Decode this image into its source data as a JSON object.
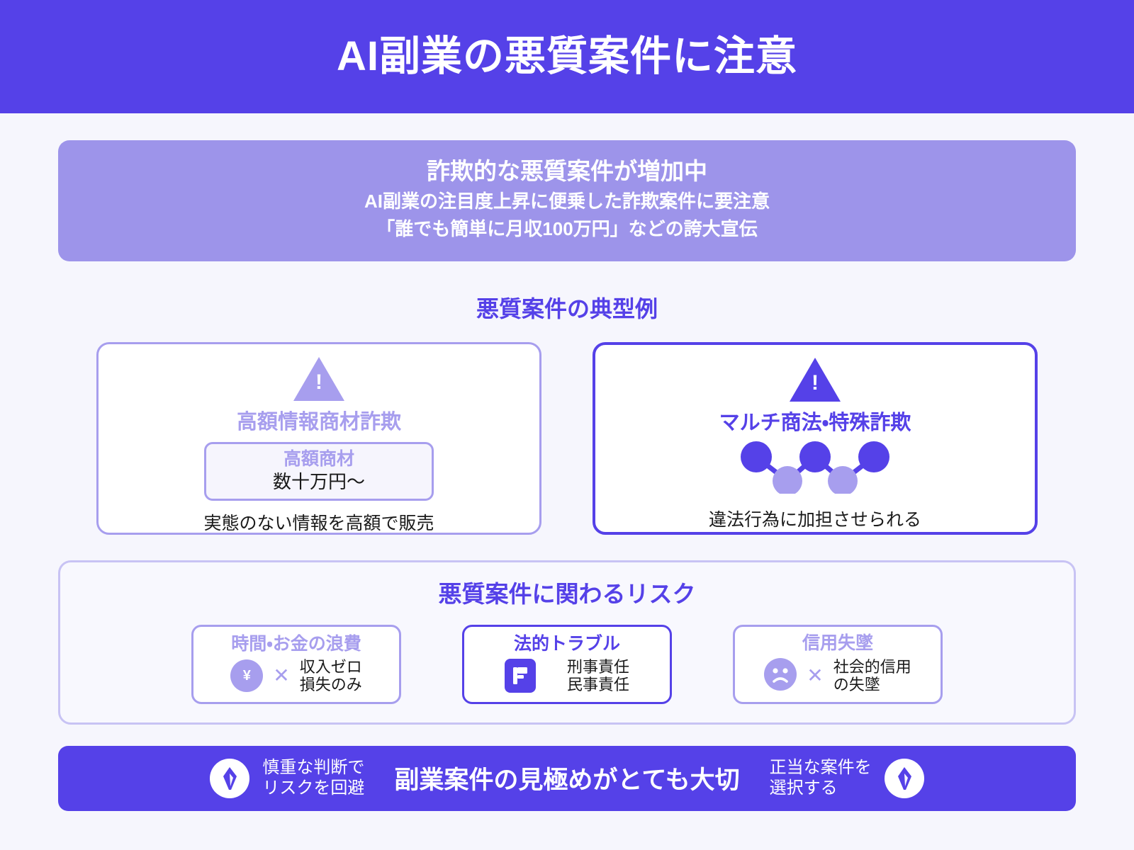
{
  "header": {
    "title": "AI副業の悪質案件に注意",
    "bg_color": "#5541e8"
  },
  "banner": {
    "title": "詐欺的な悪質案件が増加中",
    "line1": "AI副業の注目度上昇に便乗した詐欺案件に要注意",
    "line2": "「誰でも簡単に月収100万円」などの誇大宣伝",
    "bg_color": "#9d94ea"
  },
  "examples_section": {
    "heading": "悪質案件の典型例",
    "cards": [
      {
        "icon": "warning-triangle-icon",
        "bang": "!",
        "title": "高額情報商材詐欺",
        "inner_label": "高額商材",
        "inner_value": "数十万円〜",
        "caption": "実態のない情報を高額で販売",
        "accent": "#a79eee"
      },
      {
        "icon": "warning-triangle-icon",
        "bang": "!",
        "title": "マルチ商法・特殊詐欺",
        "graphic": "network-pyramid-icon",
        "caption": "違法行為に加担させられる",
        "accent": "#5541e8"
      }
    ]
  },
  "risk_section": {
    "heading": "悪質案件に関わるリスク",
    "cards": [
      {
        "title": "時間・お金の浪費",
        "icon": "yen-coin-icon",
        "icon_glyph": "¥",
        "separator": "✕",
        "text_line1": "収入ゼロ",
        "text_line2": "損失のみ",
        "accent": "#a79eee"
      },
      {
        "title": "法的トラブル",
        "icon": "flag-icon",
        "text_line1": "刑事責任",
        "text_line2": "民事責任",
        "accent": "#5541e8"
      },
      {
        "title": "信用失墜",
        "icon": "sad-face-icon",
        "separator": "✕",
        "text_line1": "社会的信用",
        "text_line2": "の失墜",
        "accent": "#a79eee"
      }
    ]
  },
  "footer": {
    "left_icon": "leaf-badge-icon",
    "left_note_line1": "慎重な判断で",
    "left_note_line2": "リスクを回避",
    "main_text": "副業案件の見極めがとても大切",
    "right_note_line1": "正当な案件を",
    "right_note_line2": "選択する",
    "right_icon": "leaf-badge-icon",
    "bg_color": "#5541e8"
  }
}
